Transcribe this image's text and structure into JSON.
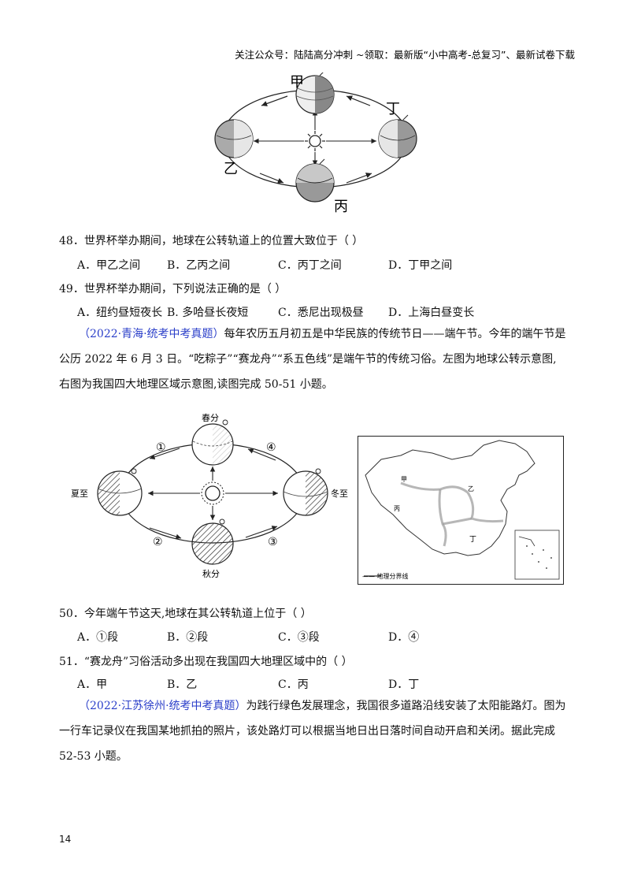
{
  "header": {
    "text": "关注公众号：陆陆高分冲刺   ~领取：最新版“小中高考-总复习”、最新试卷下载"
  },
  "figure1": {
    "labels": {
      "jia": "甲",
      "yi": "乙",
      "bing": "丙",
      "ding": "丁"
    }
  },
  "q48": {
    "stem": "48．世界杯举办期间，地球在公转轨道上的位置大致位于（    ）",
    "options": [
      "A．甲乙之间",
      "B．乙丙之间",
      "C．丙丁之间",
      "D．丁甲之间"
    ]
  },
  "q49": {
    "stem": "49．世界杯举办期间，下列说法正确的是（    ）",
    "options": [
      "A．纽约昼短夜长",
      "B. 多哈昼长夜短",
      "C．悉尼出现极昼",
      "D．上海白昼变长"
    ]
  },
  "passage1": {
    "source": "（2022·青海·统考中考真题）",
    "line1_rest": "每年农历五月初五是中华民族的传统节日——端午节。今年的端午节是",
    "line2": "公历 2022 年 6 月 3 日。“吃粽子”“赛龙舟”“系五色线”是端午节的传统习俗。左图为地球公转示意图,",
    "line3": "右图为我国四大地理区域示意图,读图完成 50-51 小题。"
  },
  "figure2": {
    "labels": {
      "chunfen": "春分",
      "xiazhi": "夏至",
      "dongzhi": "冬至",
      "qiufen": "秋分",
      "seg1": "①",
      "seg2": "②",
      "seg3": "③",
      "seg4": "④"
    }
  },
  "figure3": {
    "labels": {
      "jia": "甲",
      "yi": "乙",
      "bing": "丙",
      "ding": "丁"
    },
    "legend": "—— 地理分界线"
  },
  "q50": {
    "stem": "50．今年端午节这天,地球在其公转轨道上位于（    ）",
    "options": [
      "A．①段",
      "B．②段",
      "C．③段",
      "D．④"
    ]
  },
  "q51": {
    "stem": "51．“赛龙舟”习俗活动多出现在我国四大地理区域中的（    ）",
    "options": [
      "A．甲",
      "B．乙",
      "C．丙",
      "D．丁"
    ]
  },
  "passage2": {
    "source": "（2022·江苏徐州·统考中考真题）",
    "line1_rest": "为践行绿色发展理念，我国很多道路沿线安装了太阳能路灯。图为",
    "line2": "一行车记录仪在我国某地抓拍的照片，该处路灯可以根据当地日出日落时间自动开启和关闭。据此完成",
    "line3": "52-53 小题。"
  },
  "page_number": "14"
}
